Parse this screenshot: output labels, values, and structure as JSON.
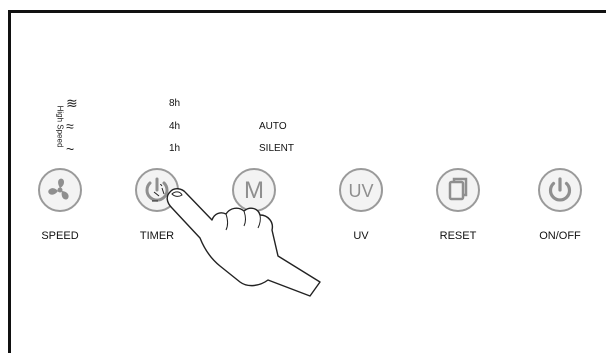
{
  "side_label": "High Speed",
  "speed_levels": [
    "≋",
    "≈",
    "~"
  ],
  "timer_levels": [
    "8h",
    "4h",
    "1h"
  ],
  "mode_levels": [
    "AUTO",
    "SILENT"
  ],
  "buttons": [
    {
      "label": "SPEED",
      "icon": "fan-icon"
    },
    {
      "label": "TIMER",
      "icon": "power-timer-icon"
    },
    {
      "label": "",
      "icon": "mode-m-icon"
    },
    {
      "label": "UV",
      "icon": "uv-icon",
      "glyph": "UV"
    },
    {
      "label": "RESET",
      "icon": "reset-filter-icon"
    },
    {
      "label": "ON/OFF",
      "icon": "power-icon"
    }
  ],
  "mode_glyph": "M",
  "colors": {
    "button_fill": "#f3f3f3",
    "button_ring": "#9a9a9a",
    "icon": "#8f8f8f",
    "ink": "#111111"
  }
}
